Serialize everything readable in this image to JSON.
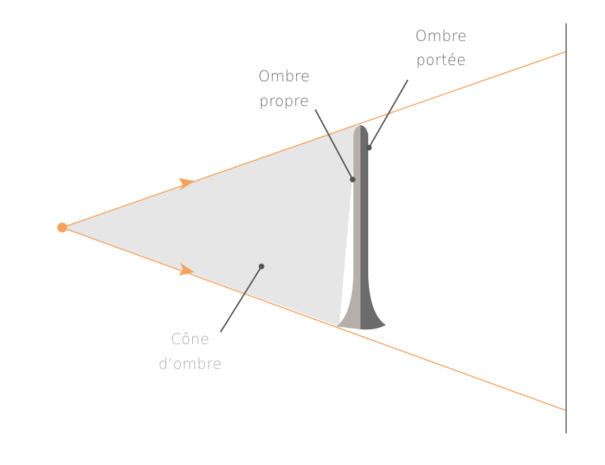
{
  "labels": {
    "ombre_portee": {
      "line1": "Ombre",
      "line2": "portée"
    },
    "ombre_propre": {
      "line1": "Ombre",
      "line2": "propre"
    },
    "cone_ombre": {
      "line1": "Cône",
      "line2": "d’ombre"
    }
  },
  "colors": {
    "light_rays": "#f6a15c",
    "light_source": "#f6a15c",
    "cone_fill": "#e6e6e6",
    "object_lit": "#b5afaa",
    "object_dark": "#6b6b6b",
    "screen": "#777777",
    "leader": "#555555",
    "label_dark": "#666666",
    "label_light": "#aaaaaa"
  }
}
